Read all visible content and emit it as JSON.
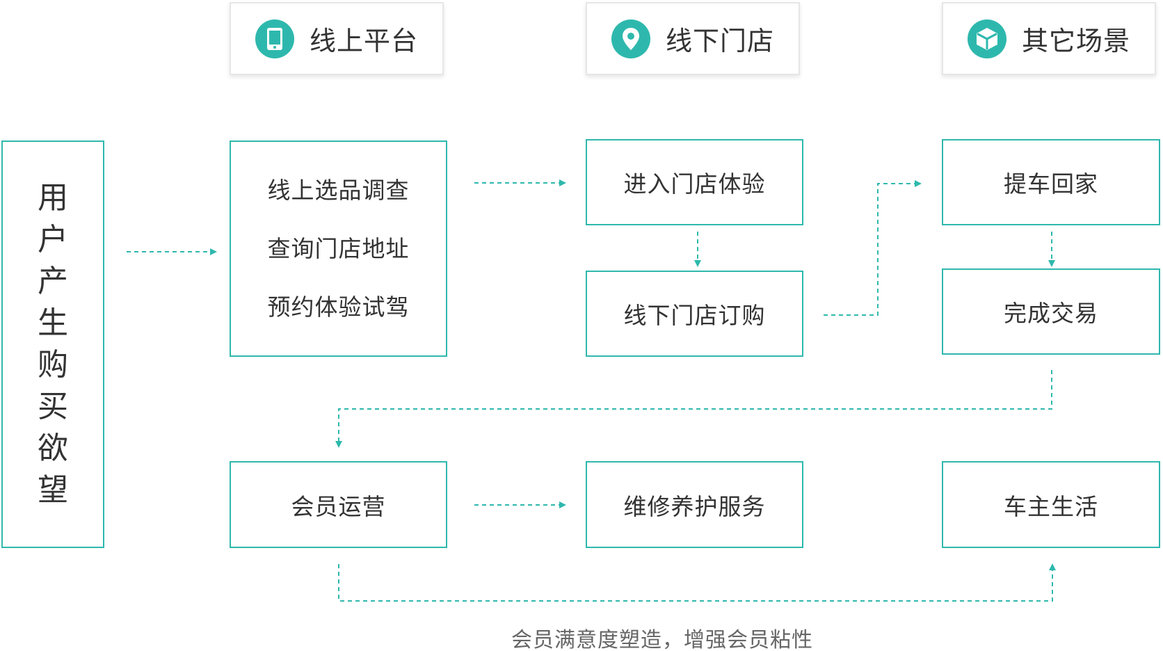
{
  "headers": {
    "online": {
      "label": "线上平台",
      "icon": "phone-icon"
    },
    "offline": {
      "label": "线下门店",
      "icon": "location-pin-icon"
    },
    "other": {
      "label": "其它场景",
      "icon": "cube-icon"
    }
  },
  "start": {
    "chars": [
      "用",
      "户",
      "产",
      "生",
      "购",
      "买",
      "欲",
      "望"
    ]
  },
  "online_steps": [
    "线上选品调查",
    "查询门店地址",
    "预约体验试驾"
  ],
  "offline_steps": {
    "experience": "进入门店体验",
    "order": "线下门店订购"
  },
  "other_steps": {
    "pickup": "提车回家",
    "deal": "完成交易"
  },
  "bottom_steps": {
    "membership": "会员运营",
    "maintenance": "维修养护服务",
    "owner_life": "车主生活"
  },
  "caption": "会员满意度塑造，增强会员粘性",
  "colors": {
    "accent": "#2eb8ad",
    "text": "#333333",
    "caption": "#666666",
    "header_border": "#e6e6e6"
  }
}
